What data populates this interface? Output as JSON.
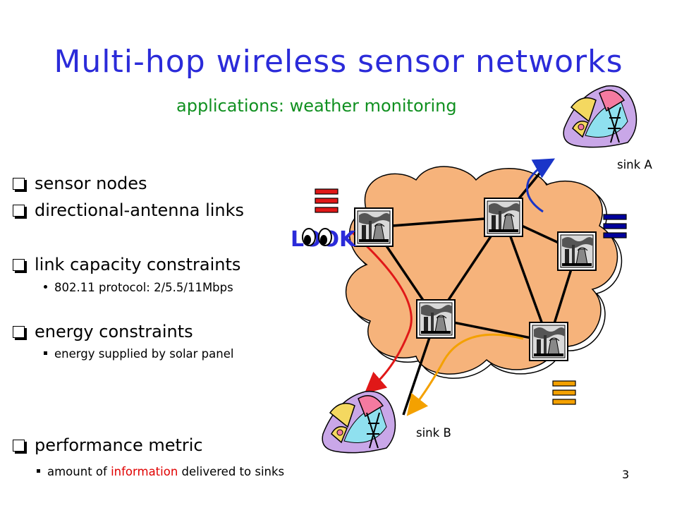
{
  "slide": {
    "title": "Multi-hop wireless sensor networks",
    "subtitle": "applications:  weather monitoring",
    "bullets": [
      "sensor nodes",
      "directional-antenna links",
      "link capacity constraints",
      "energy constraints",
      "performance metric"
    ],
    "sub_bullets": {
      "capacity": "802.11 protocol: 2/5.5/11Mbps",
      "energy": "energy supplied by solar panel",
      "metric_pre": "amount of ",
      "metric_highlight": "information",
      "metric_post": " delivered to sinks"
    },
    "sink_a": "sink A",
    "sink_b": "sink B",
    "look_label": "LOOK",
    "page_number": "3"
  },
  "colors": {
    "title": "#2b2bd9",
    "subtitle": "#109020",
    "cloud": "#f6b37b",
    "red_queue": "#e01818",
    "blue_queue": "#00009c",
    "orange_queue": "#f4a100",
    "red_flow": "#e01818",
    "blue_flow": "#1a35c8",
    "orange_flow": "#f4a100"
  }
}
